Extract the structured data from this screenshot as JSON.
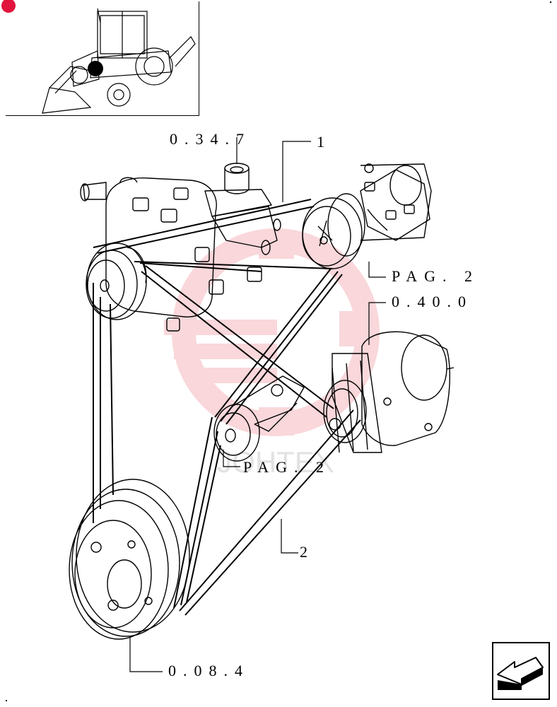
{
  "callouts": {
    "water_pump_ref": "0.34.7",
    "belt_1": "1",
    "compressor_ref": "PAG. 2",
    "alternator_ref": "0.40.0",
    "tensioner_ref": "PAG. 2",
    "belt_2": "2",
    "crankshaft_pulley_ref": "0.08.4"
  },
  "watermark": "JOHTEX",
  "icons": {
    "next_page": "arrow-return-icon",
    "locator": "machine-locator-icon"
  },
  "colors": {
    "badge": "#e0143c",
    "watermark": "#f5b8bd",
    "ink": "#000000"
  }
}
